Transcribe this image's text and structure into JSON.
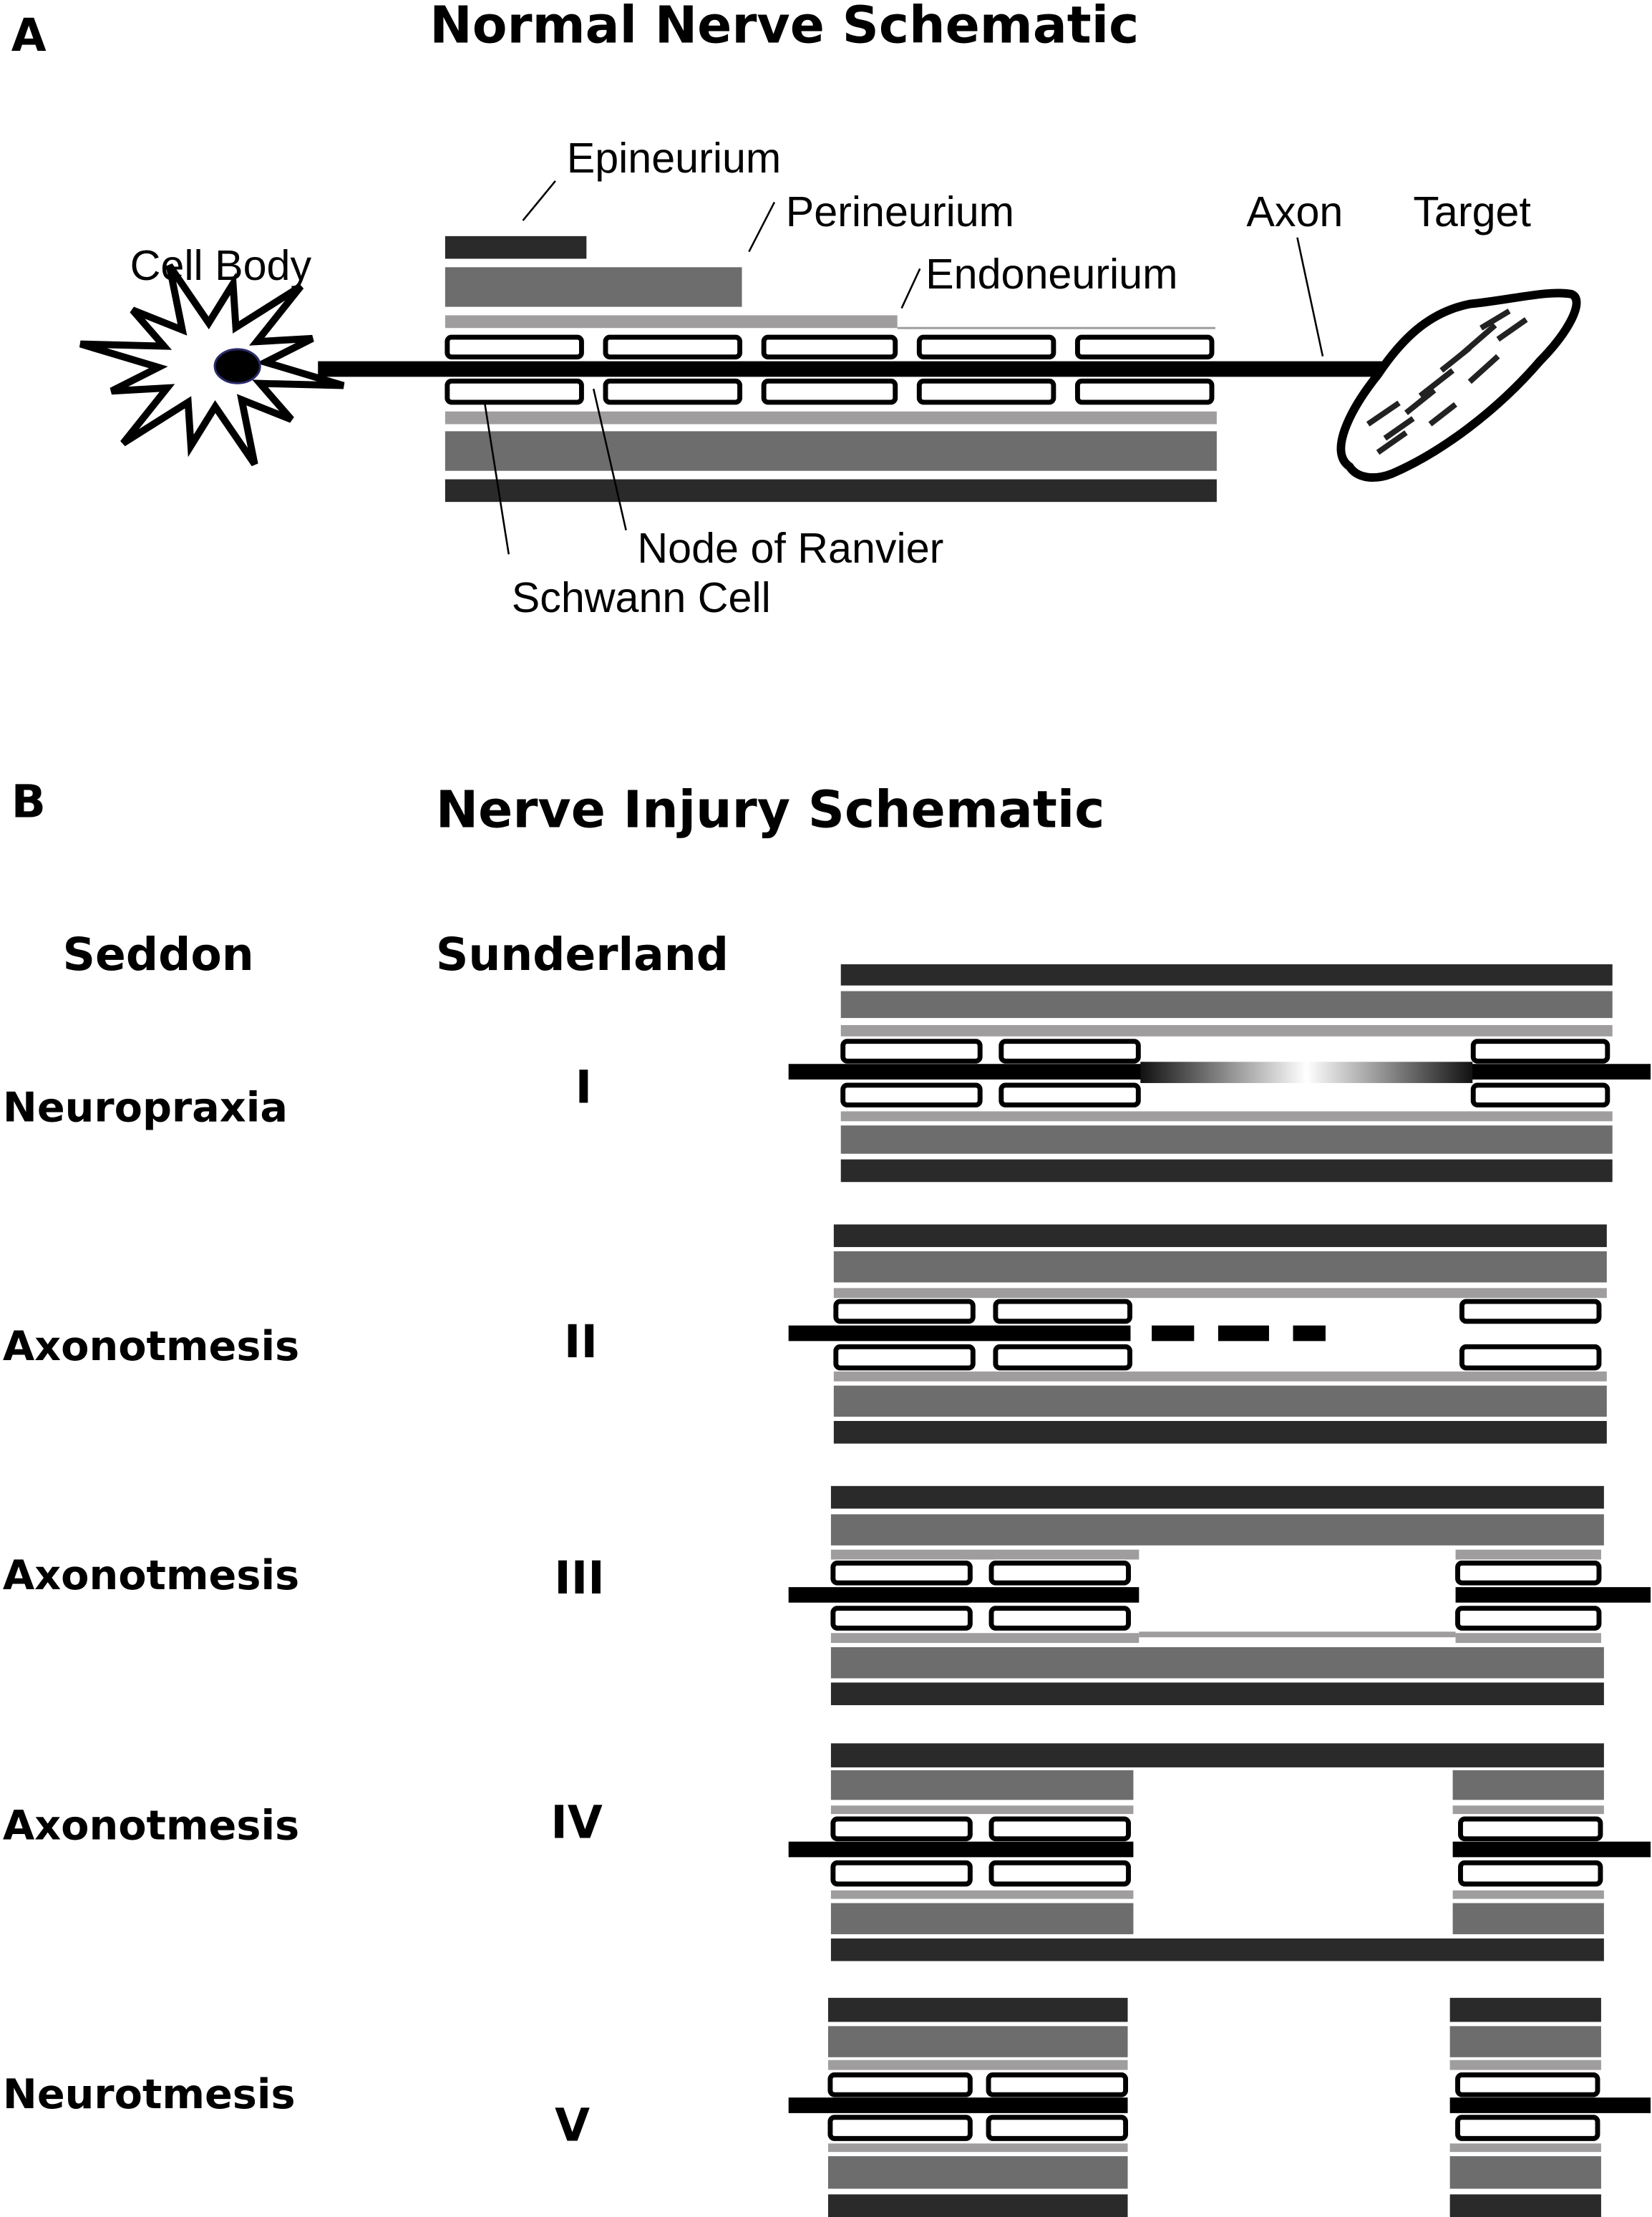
{
  "panel_a": {
    "letter": "A",
    "title": "Normal Nerve Schematic",
    "labels": {
      "epineurium": "Epineurium",
      "perineurium": "Perineurium",
      "endoneurium": "Endoneurium",
      "cell_body": "Cell Body",
      "axon": "Axon",
      "target": "Target",
      "node_of_ranvier": "Node of Ranvier",
      "schwann_cell": "Schwann Cell"
    }
  },
  "panel_b": {
    "letter": "B",
    "title": "Nerve Injury Schematic",
    "col_seddon": "Seddon",
    "col_sunderland": "Sunderland",
    "rows": [
      {
        "seddon": "Neuropraxia",
        "sunderland": "I"
      },
      {
        "seddon": "Axonotmesis",
        "sunderland": "II"
      },
      {
        "seddon": "Axonotmesis",
        "sunderland": "III"
      },
      {
        "seddon": "Axonotmesis",
        "sunderland": "IV"
      },
      {
        "seddon": "Neurotmesis",
        "sunderland": "V"
      }
    ]
  },
  "colors": {
    "epineurium": "#2b2a2b",
    "perineurium": "#6d6d6d",
    "endoneurium": "#a09d9e",
    "axon": "#000000"
  }
}
